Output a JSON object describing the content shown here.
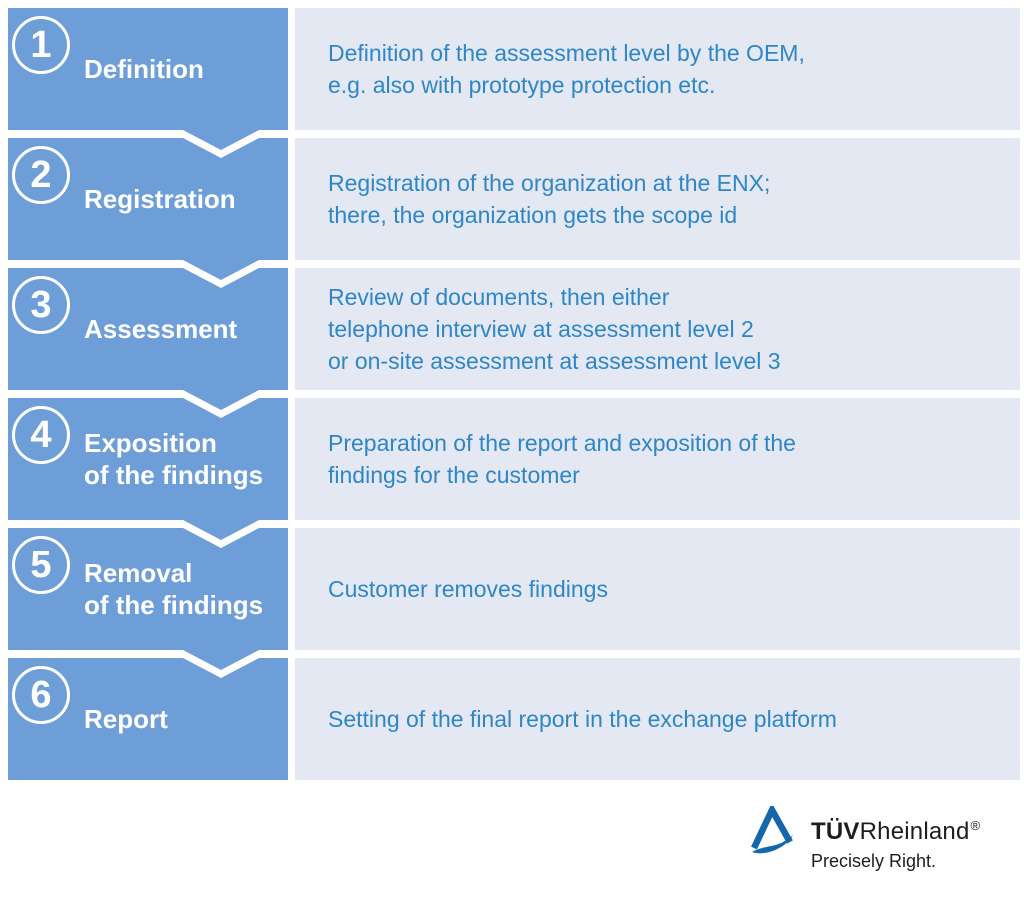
{
  "colors": {
    "page_bg": "#ffffff",
    "step_blue": "#6d9ed7",
    "panel_bg": "#e4e8f3",
    "text_blue": "#2e86c6",
    "logo_blue": "#1467ad",
    "logo_text": "#1d1d1b"
  },
  "steps": [
    {
      "number": "1",
      "label_lines": [
        "Definition"
      ],
      "description_lines": [
        "Definition of the assessment level by the OEM,",
        "e.g. also with prototype protection etc."
      ]
    },
    {
      "number": "2",
      "label_lines": [
        "Registration"
      ],
      "description_lines": [
        "Registration of the organization at the ENX;",
        "there, the organization gets the scope id"
      ]
    },
    {
      "number": "3",
      "label_lines": [
        "Assessment"
      ],
      "description_lines": [
        "Review of documents, then either",
        "telephone interview at assessment level 2",
        "or on-site assessment at assessment level 3"
      ]
    },
    {
      "number": "4",
      "label_lines": [
        "Exposition",
        "of the findings"
      ],
      "description_lines": [
        "Preparation of the report and exposition of the",
        "findings for the customer"
      ]
    },
    {
      "number": "5",
      "label_lines": [
        "Removal",
        "of the findings"
      ],
      "description_lines": [
        "Customer removes findings"
      ]
    },
    {
      "number": "6",
      "label_lines": [
        "Report"
      ],
      "description_lines": [
        "Setting of the final report in the exchange platform"
      ]
    }
  ],
  "logo": {
    "brand_bold": "TÜV",
    "brand_regular": "Rheinland",
    "registered_mark": "®",
    "tagline": "Precisely Right."
  }
}
